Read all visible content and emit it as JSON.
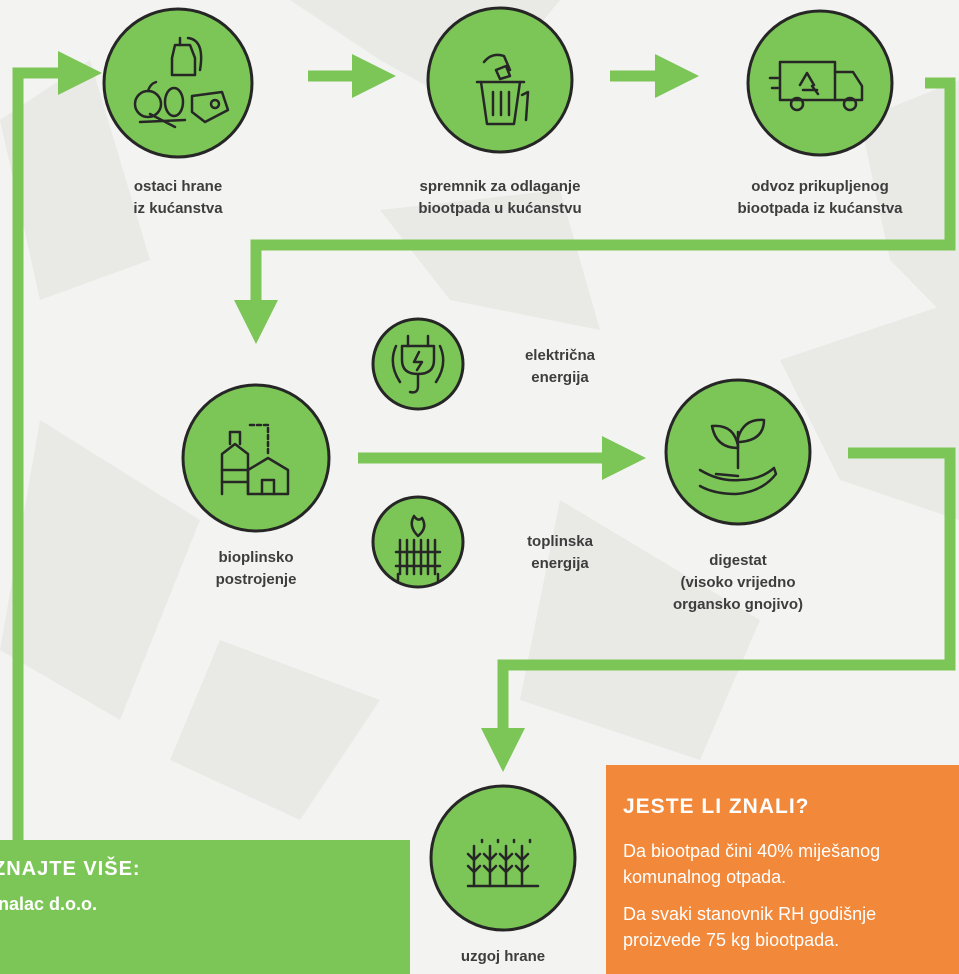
{
  "colors": {
    "green": "#7cc657",
    "dark": "#262626",
    "orange": "#f2883a",
    "text": "#3d3d3d"
  },
  "nodes": {
    "food_waste": {
      "icon": "food-scraps-icon",
      "lines": [
        "ostaci hrane",
        "iz kućanstva"
      ]
    },
    "container": {
      "icon": "bin-icon",
      "lines": [
        "spremnik za odlaganje",
        "biootpada u kućanstvu"
      ]
    },
    "collection": {
      "icon": "recycling-truck-icon",
      "lines": [
        "odvoz prikupljenog",
        "biootpada iz kućanstva"
      ]
    },
    "biogas_plant": {
      "icon": "factory-icon",
      "lines": [
        "bioplinsko",
        "postrojenje"
      ]
    },
    "electricity": {
      "icon": "plug-icon",
      "lines": [
        "električna",
        "energija"
      ]
    },
    "heat": {
      "icon": "radiator-icon",
      "lines": [
        "toplinska",
        "energija"
      ]
    },
    "digestate": {
      "icon": "sprout-in-hand-icon",
      "lines": [
        "digestat",
        "(visoko vrijedno",
        "organsko gnojivo)"
      ]
    },
    "food_growing": {
      "icon": "crops-icon",
      "lines": [
        "uzgoj hrane"
      ]
    }
  },
  "facts": {
    "heading": "JESTE LI ZNALI?",
    "items": [
      [
        "Da biootpad čini 40% miješanog",
        "komunalnog otpada."
      ],
      [
        "Da svaki stanovnik RH godišnje",
        "proizvede 75 kg biootpada."
      ]
    ]
  },
  "more": {
    "heading": "ZNAJTE VIŠE:",
    "company": "Komunalac d.o.o."
  }
}
